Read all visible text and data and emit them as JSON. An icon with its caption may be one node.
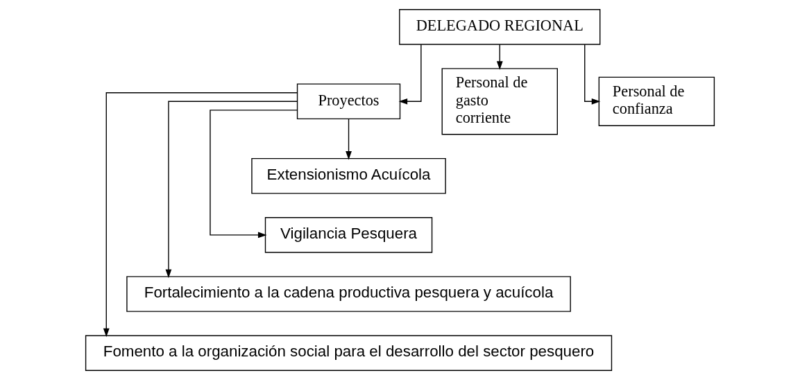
{
  "diagram": {
    "nodes": [
      {
        "text": [
          "DELEGADO REGIONAL"
        ]
      },
      {
        "text": [
          "Proyectos"
        ]
      },
      {
        "text": [
          "Personal de gasto corriente"
        ]
      },
      {
        "text": [
          "Personal de confianza"
        ]
      },
      {
        "text": [
          "Extensionismo Acuícola"
        ]
      },
      {
        "text": [
          "Vigilancia Pesquera"
        ]
      },
      {
        "text": [
          "Fortalecimiento a la cadena productiva pesquera y acuícola"
        ]
      },
      {
        "text": [
          "Fomento a la organización social para el desarrollo del sector pesquero"
        ]
      }
    ],
    "edges": [
      {
        "from": 0,
        "to": 1,
        "arrow": "to"
      },
      {
        "from": 0,
        "to": 2,
        "arrow": "to"
      },
      {
        "from": 0,
        "to": 3,
        "arrow": "to"
      },
      {
        "from": 1,
        "to": 4,
        "arrow": "to"
      },
      {
        "from": 1,
        "to": 5,
        "arrow": "to"
      },
      {
        "from": 1,
        "to": 6,
        "arrow": "to"
      },
      {
        "from": 1,
        "to": 7,
        "arrow": "to"
      }
    ]
  }
}
